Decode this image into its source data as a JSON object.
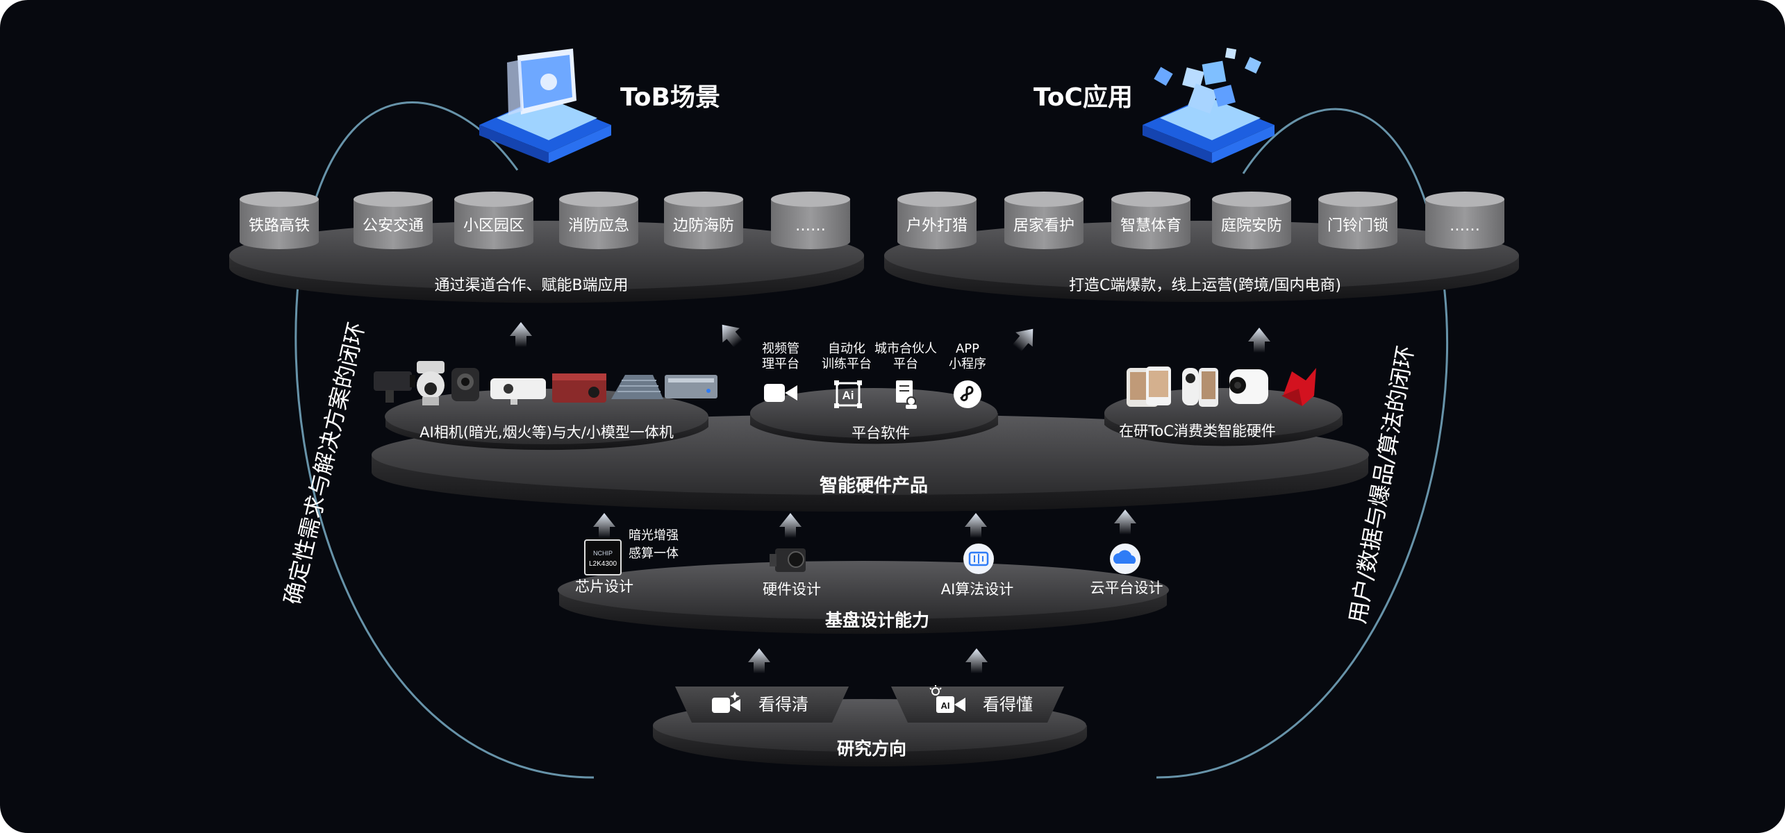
{
  "tob": {
    "title": "ToB场景",
    "caption": "通过渠道合作、赋能B端应用",
    "cylinders": [
      "铁路高铁",
      "公安交通",
      "小区园区",
      "消防应急",
      "边防海防",
      "……"
    ]
  },
  "toc": {
    "title": "ToC应用",
    "caption": "打造C端爆款，线上运营(跨境/国内电商)",
    "cylinders": [
      "户外打猎",
      "居家看护",
      "智慧体育",
      "庭院安防",
      "门铃门锁",
      "……"
    ]
  },
  "loops": {
    "left": "确定性需求与解决方案的闭环",
    "right": "用户/数据与爆品/算法的闭环"
  },
  "hardware": {
    "base_title": "智能硬件产品",
    "ai_camera": "AI相机(暗光,烟火等)与大/小模型一体机",
    "platform": {
      "title": "平台软件",
      "items": [
        {
          "line1": "视频管",
          "line2": "理平台",
          "icon": "video-camera-icon"
        },
        {
          "line1": "自动化",
          "line2": "训练平台",
          "icon": "ai-chip-icon"
        },
        {
          "line1": "城市合伙人",
          "line2": "平台",
          "icon": "partner-document-icon"
        },
        {
          "line1": "APP",
          "line2": "小程序",
          "icon": "mini-program-icon"
        }
      ]
    },
    "consumer": "在研ToC消费类智能硬件"
  },
  "design": {
    "base_title": "基盘设计能力",
    "items": [
      "芯片设计",
      "硬件设计",
      "AI算法设计",
      "云平台设计"
    ],
    "chip_note_1": "暗光增强",
    "chip_note_2": "感算一体",
    "chip_label": "L2K4300"
  },
  "research": {
    "base_title": "研究方向",
    "items": [
      {
        "label": "看得清",
        "icon": "camera-sparkle-icon"
      },
      {
        "label": "看得懂",
        "icon": "ai-camera-icon"
      }
    ]
  },
  "colors": {
    "background": "#07090f",
    "disk_top": "#4a4a4c",
    "disk_side": "#2a2a2c",
    "cylinder": "#8a8a8c",
    "loop_line": "#7fb6cf",
    "arrow": "#c9d7ea",
    "accent_blue": "#2f7cf6"
  }
}
